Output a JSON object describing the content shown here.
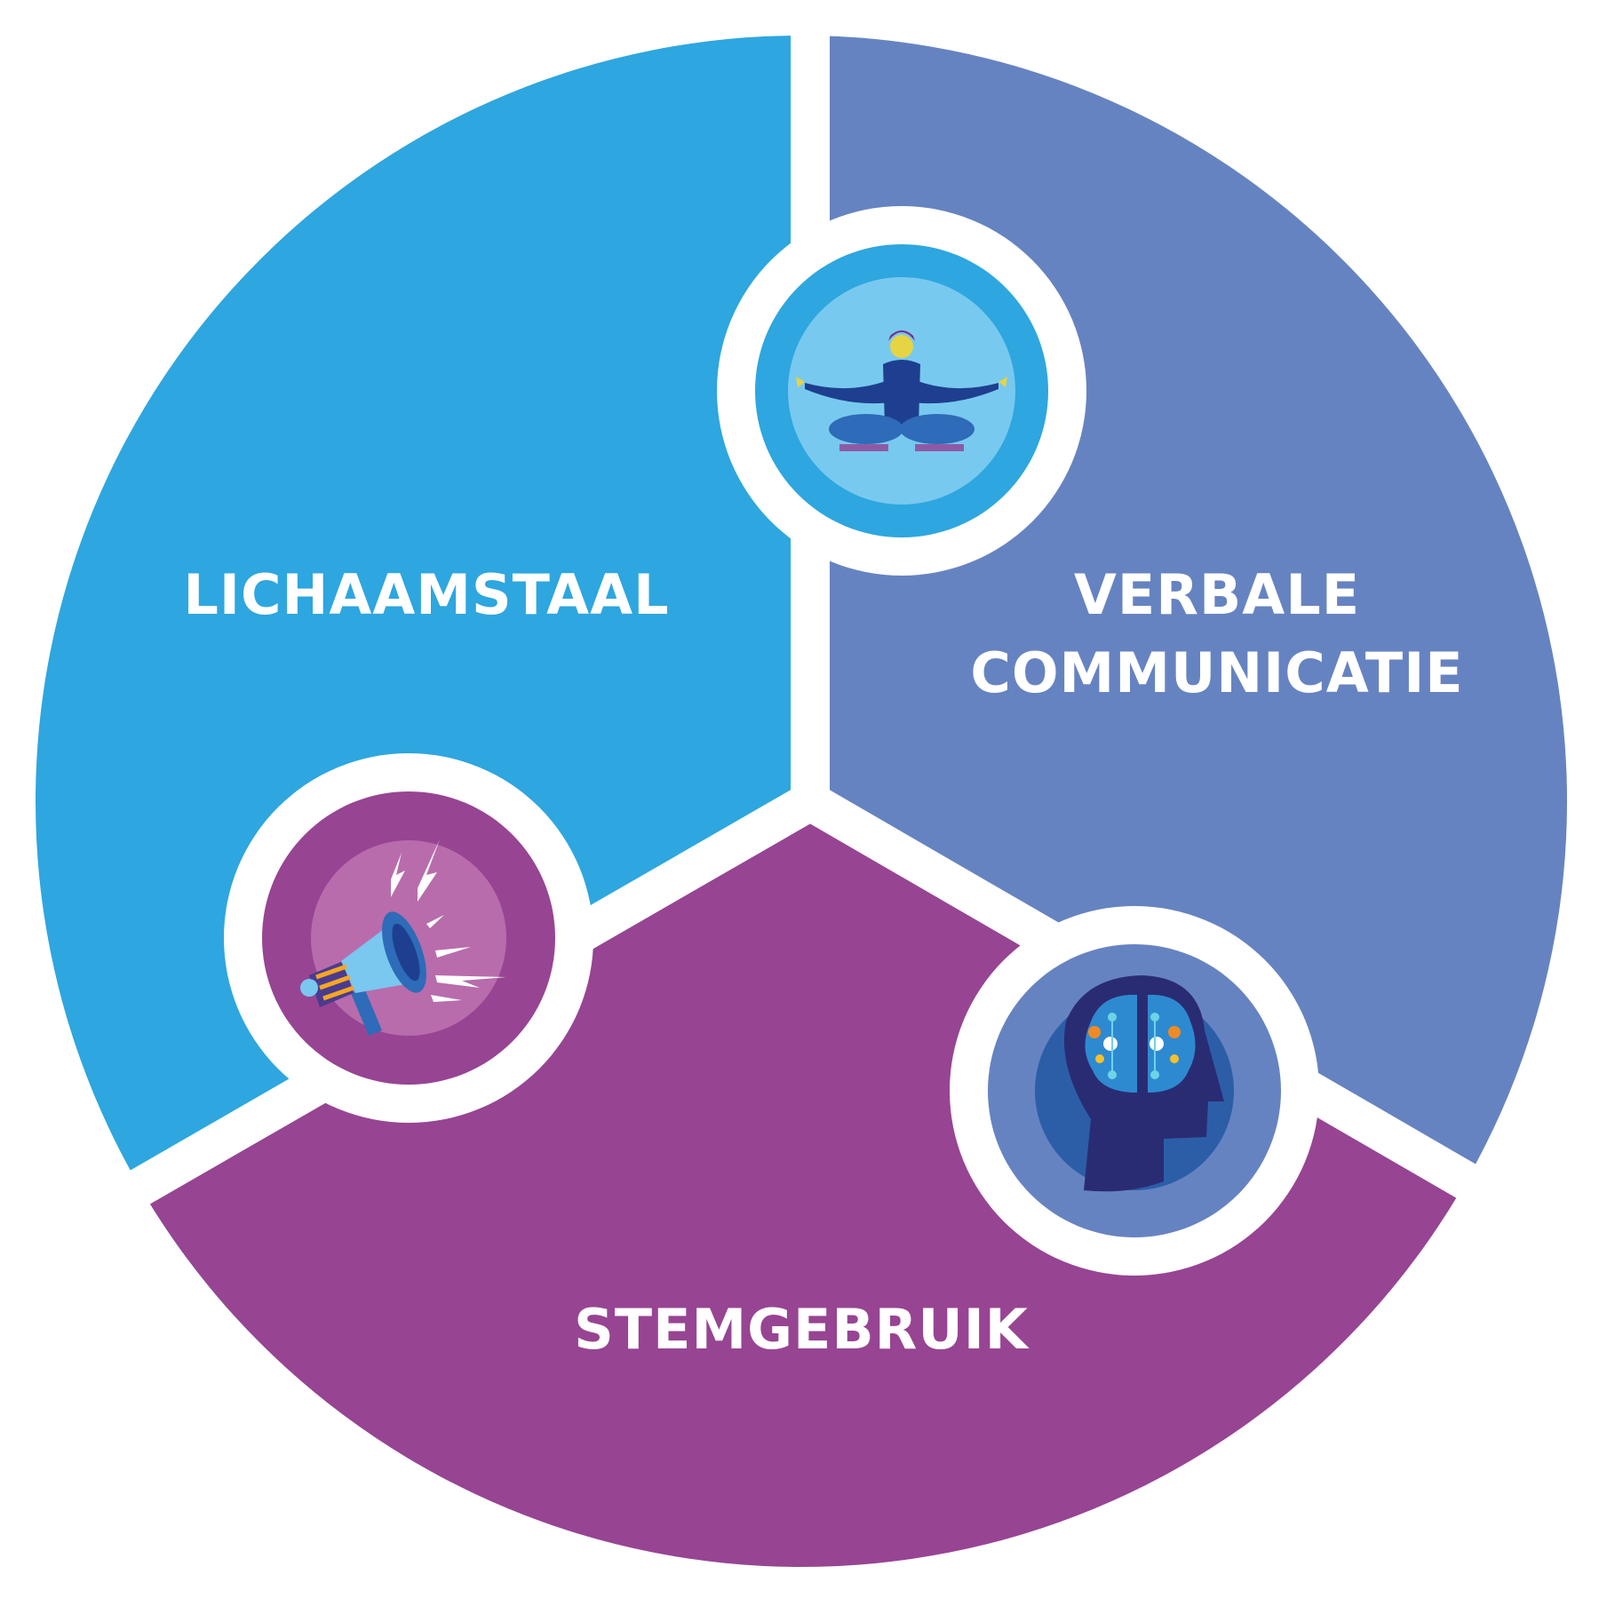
{
  "diagram": {
    "segments": [
      {
        "id": "lichaamstaal",
        "label_lines": [
          "LICHAAMSTAAL"
        ],
        "color": "#2ea6df",
        "icon_bg": "#78c9ef",
        "icon": "meditating-person-icon"
      },
      {
        "id": "verbale-communicatie",
        "label_lines": [
          "VERBALE",
          "COMMUNICATIE"
        ],
        "color": "#6683c1",
        "icon_bg": "#2c5ea8",
        "icon": "brain-head-icon"
      },
      {
        "id": "stemgebruik",
        "label_lines": [
          "STEMGEBRUIK"
        ],
        "color": "#974493",
        "icon_bg": "#b86cac",
        "icon": "megaphone-icon"
      }
    ],
    "divider_color": "#ffffff"
  }
}
